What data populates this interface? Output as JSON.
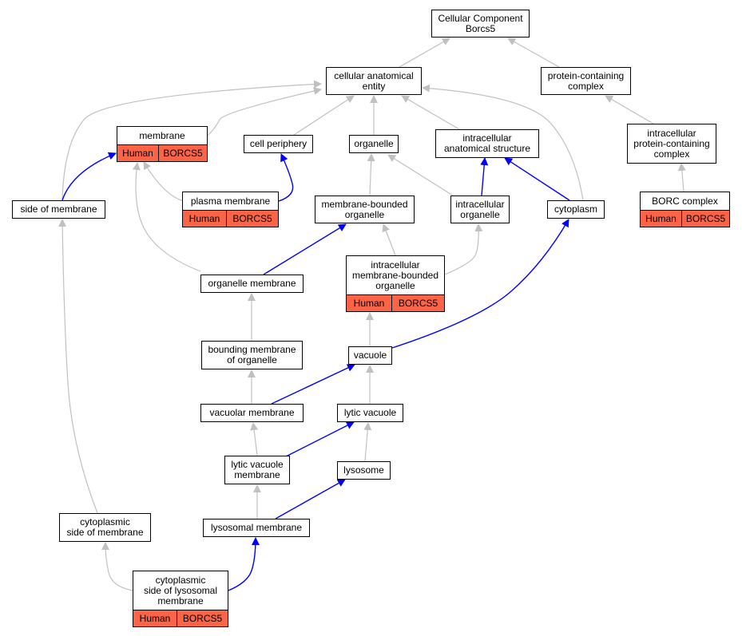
{
  "colors": {
    "is_a_edge": "#c0c0c0",
    "part_of_edge": "#0000ff",
    "annotation_fill": "#fb6446",
    "node_border": "#000000",
    "background": "#ffffff"
  },
  "nodes": {
    "root": {
      "label": "Cellular Component\nBorcs5"
    },
    "cae": {
      "label": "cellular anatomical\nentity"
    },
    "pcc": {
      "label": "protein-containing\ncomplex"
    },
    "membrane": {
      "label": "membrane",
      "annotation": {
        "species": "Human",
        "gene": "BORCS5"
      }
    },
    "cellp": {
      "label": "cell periphery"
    },
    "organelle": {
      "label": "organelle"
    },
    "ias": {
      "label": "intracellular\nanatomical structure"
    },
    "ipcc": {
      "label": "intracellular\nprotein-containing\ncomplex"
    },
    "som": {
      "label": "side of membrane"
    },
    "pm": {
      "label": "plasma membrane",
      "annotation": {
        "species": "Human",
        "gene": "BORCS5"
      }
    },
    "mbo": {
      "label": "membrane-bounded\norganelle"
    },
    "io": {
      "label": "intracellular\norganelle"
    },
    "cyto": {
      "label": "cytoplasm"
    },
    "borc": {
      "label": "BORC complex",
      "annotation": {
        "species": "Human",
        "gene": "BORCS5"
      }
    },
    "om": {
      "label": "organelle membrane"
    },
    "imbo": {
      "label": "intracellular\nmembrane-bounded\norganelle",
      "annotation": {
        "species": "Human",
        "gene": "BORCS5"
      }
    },
    "bmo": {
      "label": "bounding membrane\nof organelle"
    },
    "vac": {
      "label": "vacuole"
    },
    "vm": {
      "label": "vacuolar membrane"
    },
    "lv": {
      "label": "lytic vacuole"
    },
    "lvm": {
      "label": "lytic vacuole\nmembrane"
    },
    "lys": {
      "label": "lysosome"
    },
    "csm": {
      "label": "cytoplasmic\nside of membrane"
    },
    "lm": {
      "label": "lysosomal membrane"
    },
    "cslm": {
      "label": "cytoplasmic\nside of lysosomal\nmembrane",
      "annotation": {
        "species": "Human",
        "gene": "BORCS5"
      }
    }
  },
  "edges": [
    {
      "from": "cae",
      "to": "root",
      "type": "is_a"
    },
    {
      "from": "pcc",
      "to": "root",
      "type": "is_a"
    },
    {
      "from": "membrane",
      "to": "cae",
      "type": "is_a"
    },
    {
      "from": "cellp",
      "to": "cae",
      "type": "is_a"
    },
    {
      "from": "organelle",
      "to": "cae",
      "type": "is_a"
    },
    {
      "from": "ias",
      "to": "cae",
      "type": "is_a"
    },
    {
      "from": "som",
      "to": "cae",
      "type": "is_a"
    },
    {
      "from": "cyto",
      "to": "cae",
      "type": "is_a"
    },
    {
      "from": "ipcc",
      "to": "pcc",
      "type": "is_a"
    },
    {
      "from": "som",
      "to": "membrane",
      "type": "part_of"
    },
    {
      "from": "pm",
      "to": "membrane",
      "type": "is_a"
    },
    {
      "from": "pm",
      "to": "cellp",
      "type": "part_of"
    },
    {
      "from": "mbo",
      "to": "organelle",
      "type": "is_a"
    },
    {
      "from": "io",
      "to": "organelle",
      "type": "is_a"
    },
    {
      "from": "io",
      "to": "ias",
      "type": "part_of"
    },
    {
      "from": "cyto",
      "to": "ias",
      "type": "part_of"
    },
    {
      "from": "borc",
      "to": "ipcc",
      "type": "is_a"
    },
    {
      "from": "om",
      "to": "membrane",
      "type": "is_a"
    },
    {
      "from": "om",
      "to": "mbo",
      "type": "part_of"
    },
    {
      "from": "imbo",
      "to": "mbo",
      "type": "is_a"
    },
    {
      "from": "imbo",
      "to": "io",
      "type": "is_a"
    },
    {
      "from": "bmo",
      "to": "om",
      "type": "is_a"
    },
    {
      "from": "vac",
      "to": "imbo",
      "type": "is_a"
    },
    {
      "from": "vac",
      "to": "cyto",
      "type": "part_of"
    },
    {
      "from": "vm",
      "to": "bmo",
      "type": "is_a"
    },
    {
      "from": "vm",
      "to": "vac",
      "type": "part_of"
    },
    {
      "from": "lv",
      "to": "vac",
      "type": "is_a"
    },
    {
      "from": "lvm",
      "to": "vm",
      "type": "is_a"
    },
    {
      "from": "lvm",
      "to": "lv",
      "type": "part_of"
    },
    {
      "from": "lys",
      "to": "lv",
      "type": "is_a"
    },
    {
      "from": "csm",
      "to": "som",
      "type": "is_a"
    },
    {
      "from": "lm",
      "to": "lvm",
      "type": "is_a"
    },
    {
      "from": "lm",
      "to": "lys",
      "type": "part_of"
    },
    {
      "from": "cslm",
      "to": "csm",
      "type": "is_a"
    },
    {
      "from": "cslm",
      "to": "lm",
      "type": "part_of"
    }
  ]
}
